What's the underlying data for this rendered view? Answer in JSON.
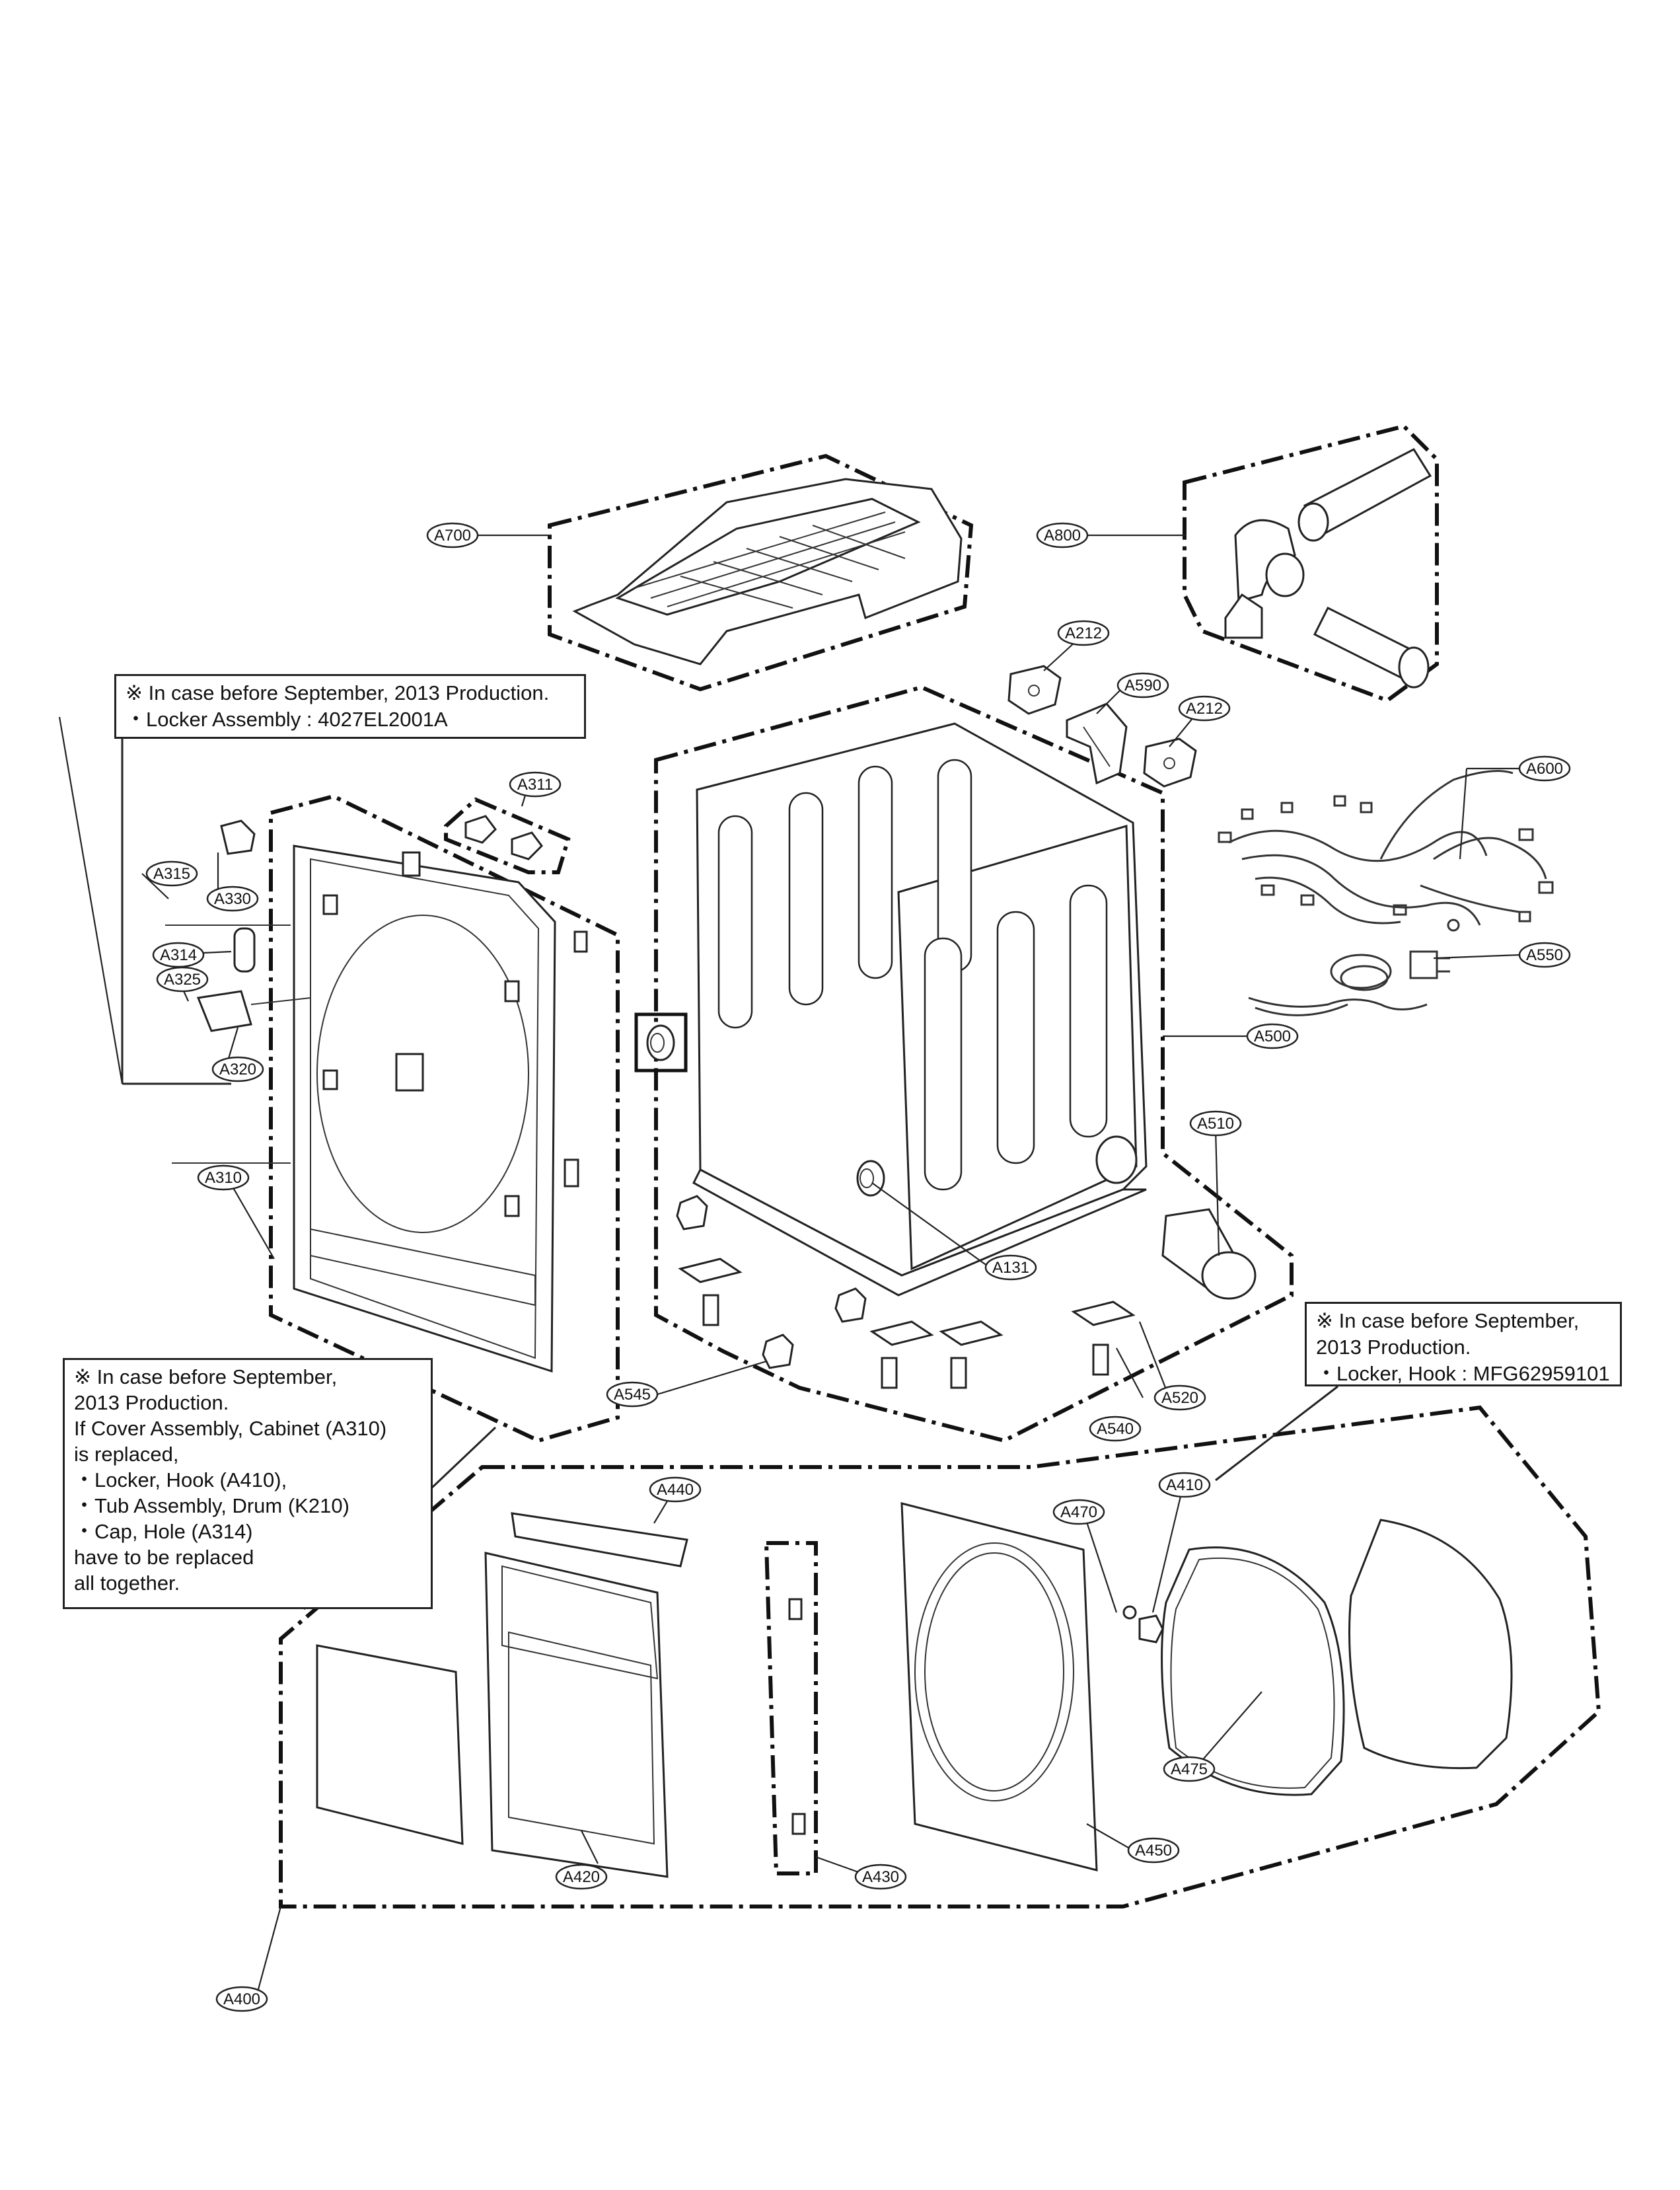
{
  "labels": {
    "A700": "A700",
    "A800": "A800",
    "A212a": "A212",
    "A212b": "A212",
    "A590": "A590",
    "A600": "A600",
    "A550": "A550",
    "A500": "A500",
    "A510": "A510",
    "A131": "A131",
    "A520": "A520",
    "A540": "A540",
    "A545": "A545",
    "A311": "A311",
    "A315": "A315",
    "A330": "A330",
    "A314": "A314",
    "A325": "A325",
    "A320": "A320",
    "A310": "A310",
    "A440": "A440",
    "A470": "A470",
    "A410": "A410",
    "A420": "A420",
    "A430": "A430",
    "A450": "A450",
    "A475": "A475",
    "A400": "A400"
  },
  "notes": {
    "note1": {
      "line1": "※ In case before September, 2013 Production.",
      "line2": "・Locker Assembly : 4027EL2001A"
    },
    "note2": {
      "line1": "※ In case before September,",
      "line2": "2013 Production.",
      "line3": "If Cover Assembly, Cabinet (A310)",
      "line4": "is replaced,",
      "line5": "・Locker, Hook (A410),",
      "line6": "・Tub Assembly, Drum (K210)",
      "line7": "・Cap, Hole (A314)",
      "line8": "have to be replaced",
      "line9": "all together."
    },
    "note3": {
      "line1": "※ In case before September,",
      "line2": "2013 Production.",
      "line3": "・Locker, Hook : MFG62959101"
    }
  }
}
